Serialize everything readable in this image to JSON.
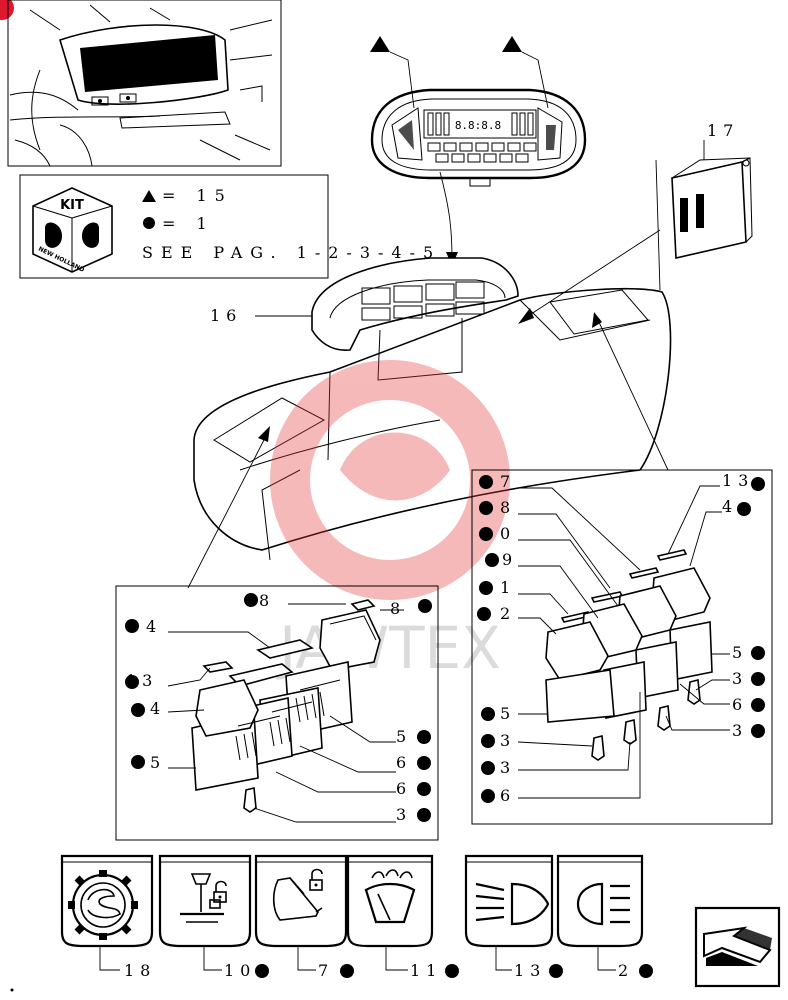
{
  "kit_box": {
    "kit_word": "KIT",
    "logo_text": "NEW HOLLAND",
    "triangle_value": "= 15",
    "circle_value": "= 1",
    "see_page": "SEE PAG. 1-2-3-4-5"
  },
  "top_callouts": {
    "label_16": "16",
    "label_17": "17"
  },
  "left_box_labels": [
    "8",
    "8",
    "4",
    "13",
    "4",
    "5",
    "5",
    "6",
    "6",
    "3"
  ],
  "right_box_labels": [
    "7",
    "8",
    "0",
    "9",
    "1",
    "2",
    "13",
    "4",
    "5",
    "3",
    "6",
    "3",
    "5",
    "3",
    "3",
    "6"
  ],
  "tiles": [
    {
      "icon": "gear-hand-icon",
      "label": "18"
    },
    {
      "icon": "lift-lock-icon",
      "label": "10"
    },
    {
      "icon": "loader-lock-icon",
      "label": "7"
    },
    {
      "icon": "windscreen-wiper-icon",
      "label": "11"
    },
    {
      "icon": "high-beam-icon",
      "label": "13"
    },
    {
      "icon": "side-light-icon",
      "label": "2"
    }
  ],
  "watermark": "JAWTEX",
  "colors": {
    "watermark_red": "#e83a3a",
    "corner_red": "#e0182f"
  }
}
